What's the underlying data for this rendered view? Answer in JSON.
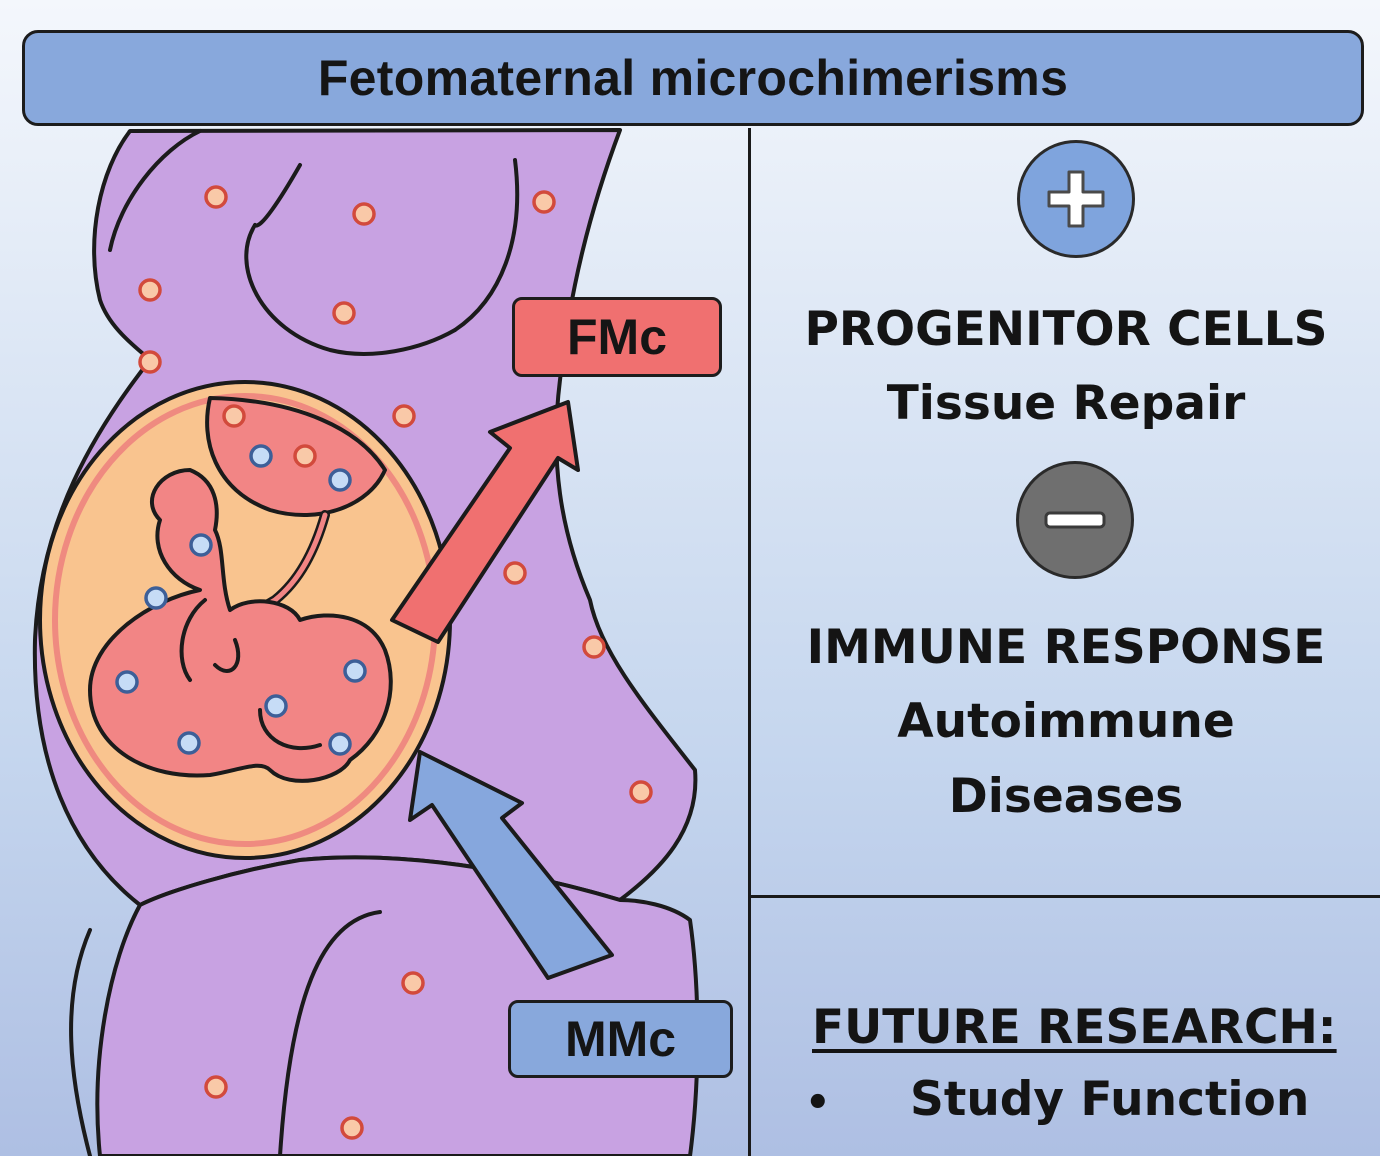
{
  "header": {
    "title": "Fetomaternal microchimerisms"
  },
  "labels": {
    "fetal_cells": "FMc",
    "maternal_cells": "MMc"
  },
  "positive_effect": {
    "icon": "plus-icon",
    "heading": "PROGENITOR CELLS",
    "detail": "Tissue Repair"
  },
  "negative_effect": {
    "icon": "minus-icon",
    "heading": "IMMUNE RESPONSE",
    "detail_line1": "Autoimmune",
    "detail_line2": "Diseases"
  },
  "future_research": {
    "heading": "FUTURE RESEARCH:",
    "bullet_marker": "•",
    "items": [
      "Study Function"
    ]
  },
  "colors": {
    "title_bar": "#88a8dc",
    "mother_body": "#c8a2e2",
    "amniotic_sac": "#f9c48f",
    "fetus": "#f28585",
    "fetal_cell_arrow": "#f07070",
    "maternal_cell_arrow": "#86a7dd",
    "fetal_cell_dot": "#f07070",
    "maternal_cell_dot": "#88b0e6",
    "plus_sign": "#7fa4dd",
    "minus_sign": "#6f6f6f"
  }
}
